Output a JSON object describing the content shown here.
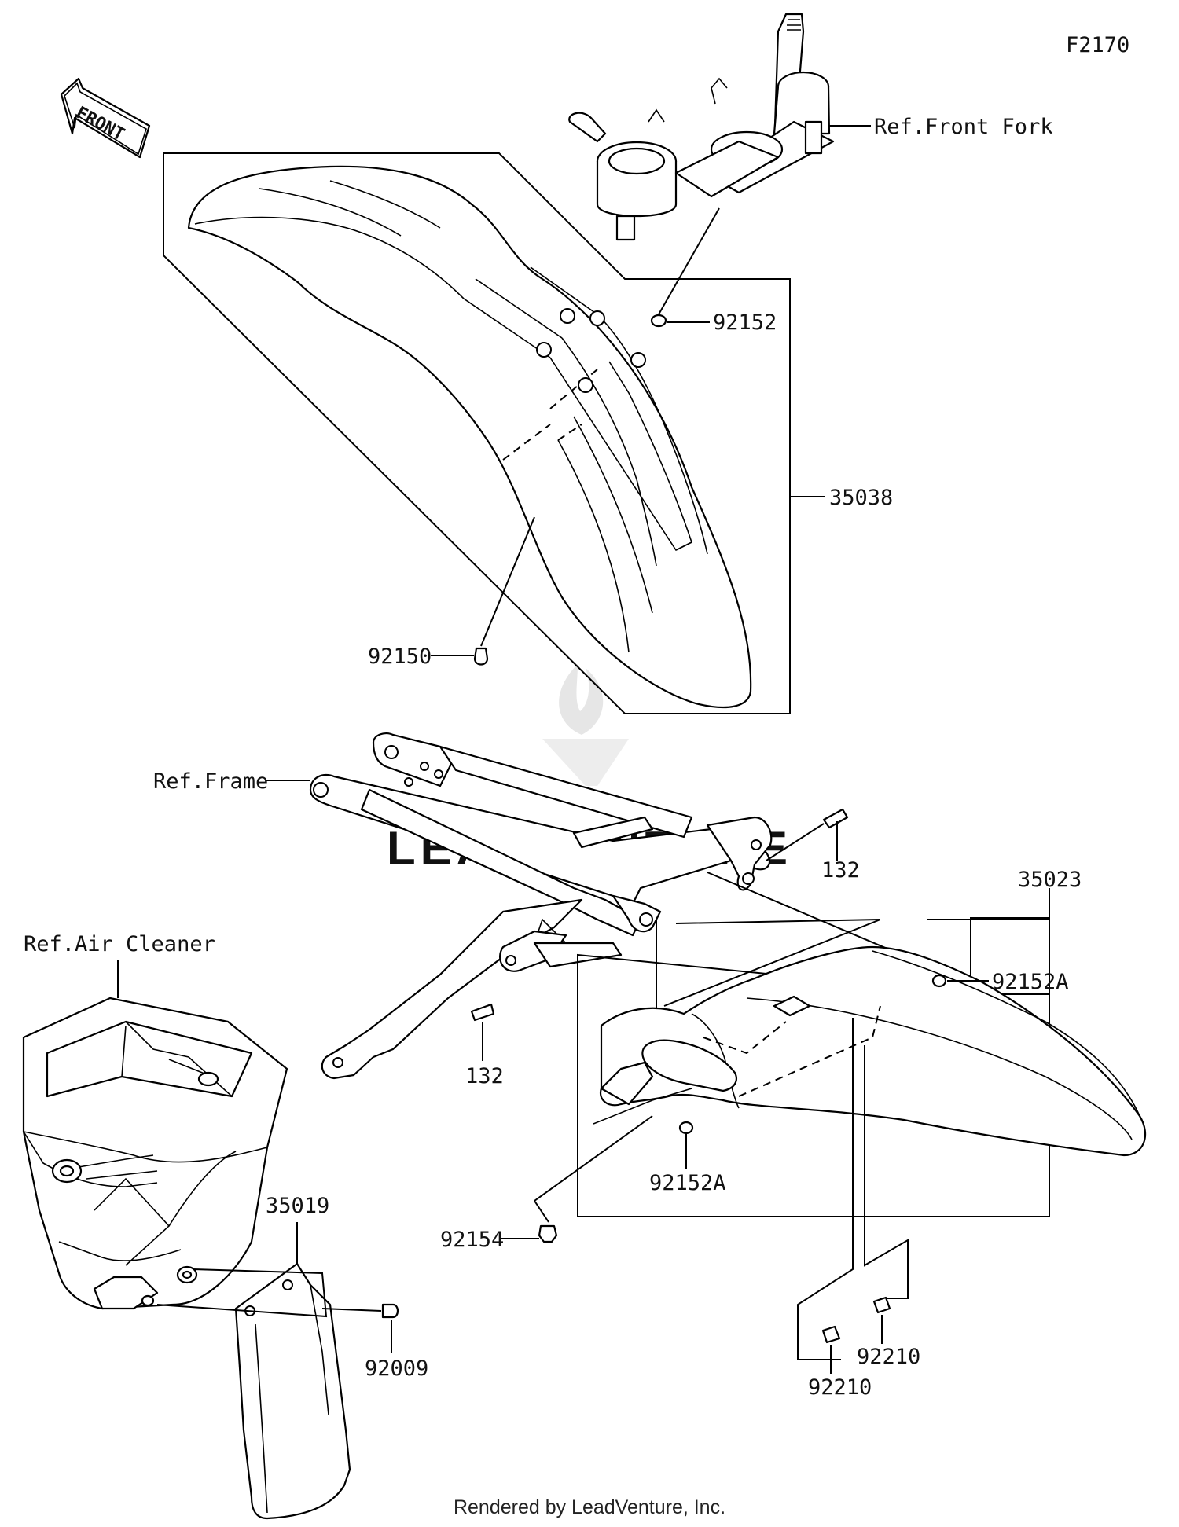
{
  "figure_code": "F2170",
  "front_badge": "FRONT",
  "references": {
    "front_fork": "Ref.Front Fork",
    "frame": "Ref.Frame",
    "air_cleaner": "Ref.Air Cleaner"
  },
  "parts": {
    "p35038": "35038",
    "p92152": "92152",
    "p92150": "92150",
    "p132_upper": "132",
    "p132_lower": "132",
    "p35023": "35023",
    "p92152A_upper": "92152A",
    "p92152A_lower": "92152A",
    "p92154": "92154",
    "p35019": "35019",
    "p92009": "92009",
    "p92210_right": "92210",
    "p92210_left": "92210"
  },
  "footer": "Rendered by LeadVenture, Inc.",
  "watermark": "LEADVENTURE"
}
